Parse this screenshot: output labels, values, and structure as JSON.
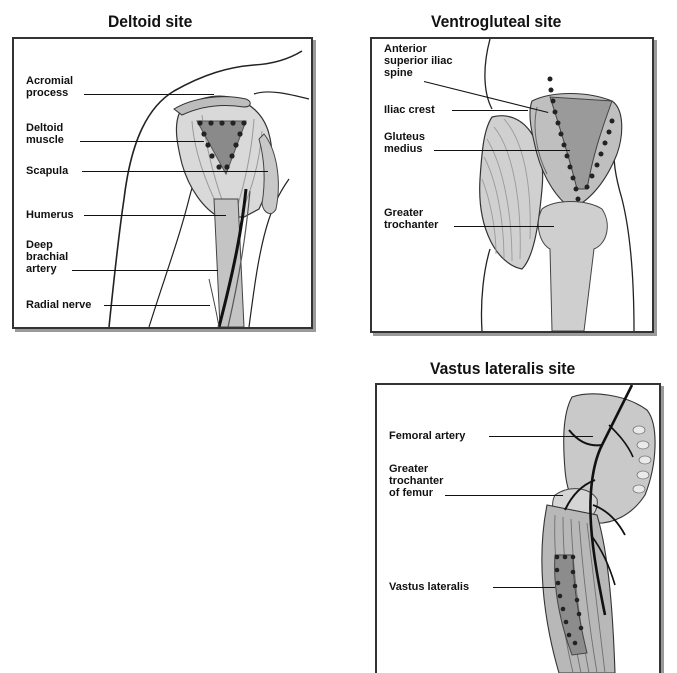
{
  "deltoid": {
    "title": "Deltoid site",
    "labels": {
      "acromial_1": "Acromial",
      "acromial_2": "process",
      "deltoid_1": "Deltoid",
      "deltoid_2": "muscle",
      "scapula": "Scapula",
      "humerus": "Humerus",
      "deep_1": "Deep",
      "deep_2": "brachial",
      "deep_3": "artery",
      "radial": "Radial nerve"
    }
  },
  "ventrogluteal": {
    "title": "Ventrogluteal site",
    "labels": {
      "asis_1": "Anterior",
      "asis_2": "superior iliac",
      "asis_3": "spine",
      "iliac": "Iliac crest",
      "gluteus_1": "Gluteus",
      "gluteus_2": "medius",
      "greater_1": "Greater",
      "greater_2": "trochanter"
    }
  },
  "vastus": {
    "title": "Vastus lateralis site",
    "labels": {
      "femoral": "Femoral artery",
      "gt_1": "Greater",
      "gt_2": "trochanter",
      "gt_3": "of femur",
      "vastus": "Vastus lateralis"
    }
  }
}
